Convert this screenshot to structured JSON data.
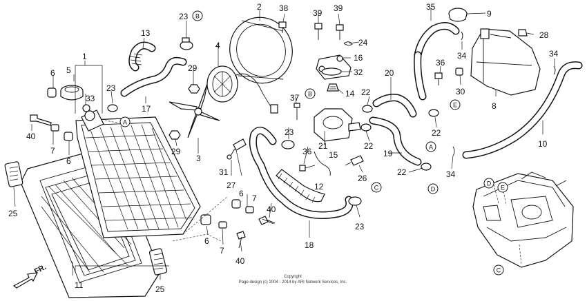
{
  "labels": {
    "p1": "1",
    "p2": "2",
    "p3": "3",
    "p4": "4",
    "p5": "5",
    "p6a": "6",
    "p6b": "6",
    "p6c": "6",
    "p6d": "6",
    "p7a": "7",
    "p7b": "7",
    "p7c": "7",
    "p8": "8",
    "p9": "9",
    "p10": "10",
    "p11": "11",
    "p12": "12",
    "p13": "13",
    "p14": "14",
    "p15": "15",
    "p16": "16",
    "p17": "17",
    "p18": "18",
    "p19": "19",
    "p20": "20",
    "p21": "21",
    "p22a": "22",
    "p22b": "22",
    "p22c": "22",
    "p22d": "22",
    "p23a": "23",
    "p23b": "23",
    "p23c": "23",
    "p23d": "23",
    "p24": "24",
    "p25a": "25",
    "p25b": "25",
    "p26": "26",
    "p27": "27",
    "p28": "28",
    "p29a": "29",
    "p29b": "29",
    "p30": "30",
    "p31": "31",
    "p32": "32",
    "p33": "33",
    "p34a": "34",
    "p34b": "34",
    "p34c": "34",
    "p35": "35",
    "p36a": "36",
    "p36b": "36",
    "p37": "37",
    "p38": "38",
    "p39a": "39",
    "p39b": "39",
    "p40a": "40",
    "p40b": "40",
    "p40c": "40"
  },
  "refs": {
    "A1": "A",
    "A2": "A",
    "B1": "B",
    "B2": "B",
    "C1": "C",
    "C2": "C",
    "D1": "D",
    "D2": "D",
    "E1": "E",
    "E2": "E"
  },
  "direction_label": "FR.",
  "copyright": {
    "line1": "Copyright",
    "line2": "Page design (c) 2004 - 2014 by ARI Network Services, Inc."
  }
}
